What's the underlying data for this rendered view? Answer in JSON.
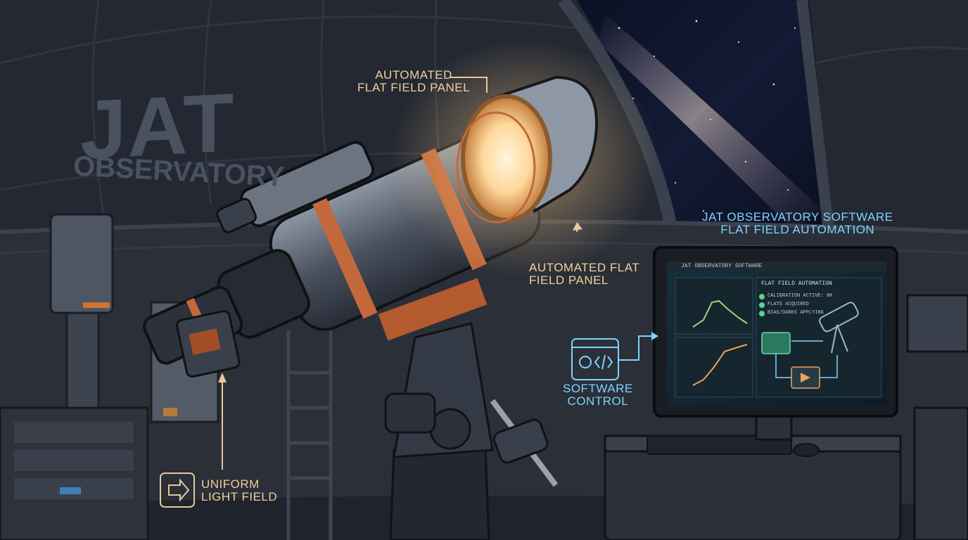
{
  "watermark": {
    "title": "JAT",
    "subtitle": "OBSERVATORY"
  },
  "labels": {
    "flat_panel_top": {
      "line1": "AUTOMATED",
      "line2": "FLAT FIELD PANEL"
    },
    "flat_panel_mid": {
      "line1": "AUTOMATED FLAT",
      "line2": "FIELD PANEL"
    },
    "uniform_light": {
      "line1": "UNIFORM",
      "line2": "LIGHT FIELD"
    },
    "software_control": {
      "line1": "SOFTWARE",
      "line2": "CONTROL"
    },
    "software_title": {
      "line1": "JAT OBSERVATORY SOFTWARE",
      "line2": "FLAT FIELD AUTOMATION"
    }
  },
  "monitor": {
    "window_title": "JAT OBSERVATORY SOFTWARE",
    "panel_title": "FLAT FIELD AUTOMATION",
    "status_items": [
      "CALIBRATION ACTIVE: 8K",
      "FLATS ACQUIRED",
      "BIAS/DARKS APPLYING"
    ]
  },
  "colors": {
    "accent_label": "#f2cf9a",
    "accent_blue": "#7fd3ff",
    "panel_glow": "#fff2d2",
    "copper": "#c2683a"
  },
  "icons": [
    "arrow-right-icon",
    "code-gear-icon",
    "check-icon",
    "folder-icon",
    "video-icon",
    "telescope-icon"
  ]
}
